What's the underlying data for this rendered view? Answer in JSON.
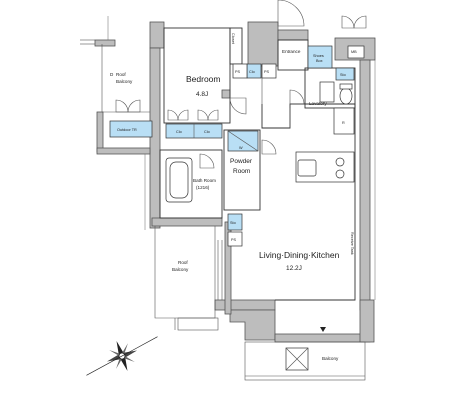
{
  "rooms": {
    "bedroom": {
      "name": "Bedroom",
      "size": "4.8J"
    },
    "ldk": {
      "name": "Living·Dining·Kitchen",
      "size": "12.2J"
    },
    "bath": {
      "name": "Bath Room",
      "size": "(1216)"
    },
    "powder": {
      "line1": "Powder",
      "line2": "Room"
    },
    "entrance": {
      "name": "Entrance"
    },
    "lavatory": {
      "name": "Lavatory"
    },
    "roof_balcony_upper": {
      "line1": "Roof",
      "line2": "Balcony"
    },
    "roof_balcony_lower": {
      "line1": "Roof",
      "line2": "Balcony"
    },
    "balcony": {
      "name": "Balcony"
    }
  },
  "fixtures": {
    "closet": "Closet",
    "ps_1": "PS",
    "clo_1": "Clo",
    "ps_2": "PS",
    "shoes_box_line1": "Shoes",
    "shoes_box_line2": "Box",
    "mb": "MB",
    "sto": "Sto",
    "r": "R",
    "outdoor_tr": "Outdoor TR",
    "clo_left": "Clo",
    "clo_right": "Clo",
    "w": "W",
    "sto_lower": "Sto",
    "ps_lower": "PS",
    "receive_tank": "Receive Tank",
    "d_mark": "D"
  },
  "colors": {
    "wall": "#bdbdbd",
    "storage_blue": "#b9dff5",
    "line": "#333333"
  },
  "icons": {
    "compass": "compass-rose-icon",
    "entrance_mark": "entrance-triangle-icon"
  }
}
